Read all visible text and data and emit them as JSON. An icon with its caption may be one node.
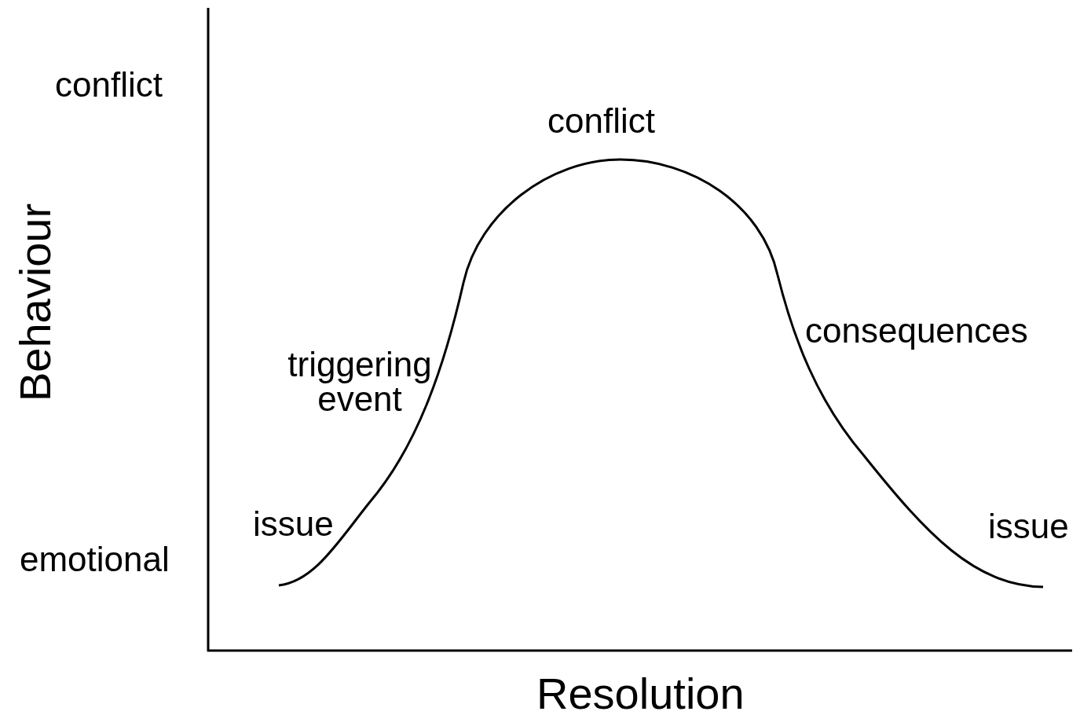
{
  "diagram": {
    "labels": [
      "conflict",
      "conflict",
      "consequences",
      "triggering event",
      "Behaviour",
      "issue",
      "issue",
      "emotional",
      "Resolution"
    ]
  }
}
